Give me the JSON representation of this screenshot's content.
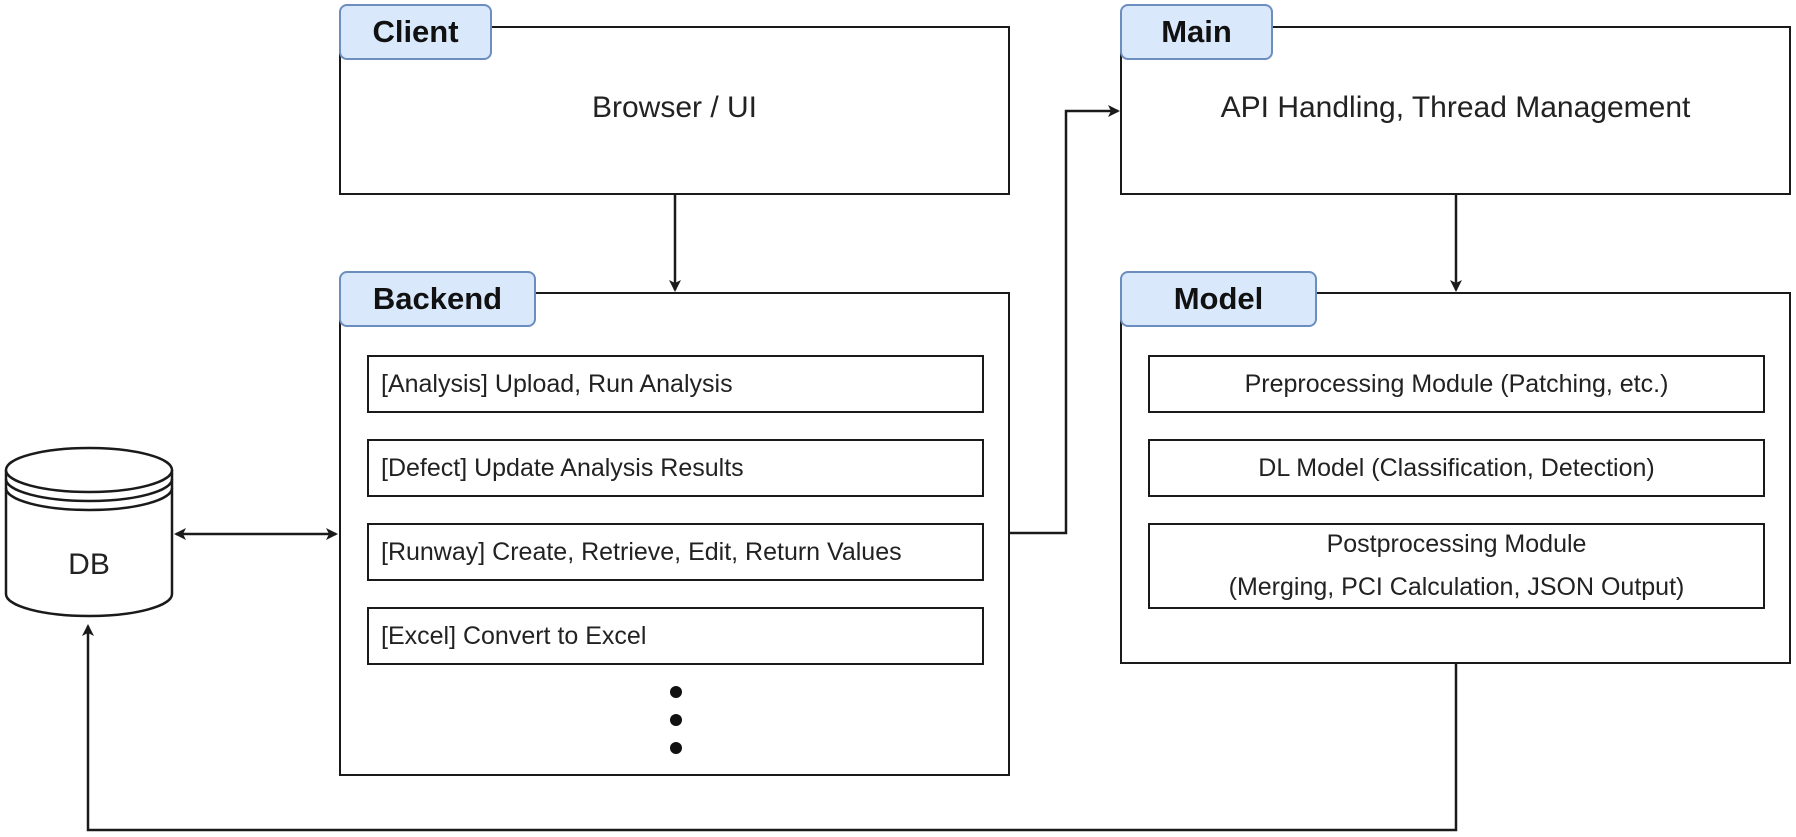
{
  "client": {
    "title": "Client",
    "content": "Browser / UI"
  },
  "main": {
    "title": "Main",
    "content": "API Handling, Thread Management"
  },
  "backend": {
    "title": "Backend",
    "items": [
      "[Analysis] Upload, Run Analysis",
      "[Defect] Update Analysis Results",
      "[Runway] Create, Retrieve, Edit, Return Values",
      "[Excel] Convert to Excel"
    ]
  },
  "model": {
    "title": "Model",
    "items": [
      "Preprocessing Module (Patching, etc.)",
      "DL Model (Classification, Detection)"
    ],
    "postprocessing": {
      "line1": "Postprocessing Module",
      "line2": "(Merging, PCI Calculation, JSON Output)"
    }
  },
  "db": {
    "label": "DB"
  },
  "colors": {
    "tab_fill": "#dae8fc",
    "tab_border": "#6c8ebf",
    "line": "#1a1a1a"
  }
}
